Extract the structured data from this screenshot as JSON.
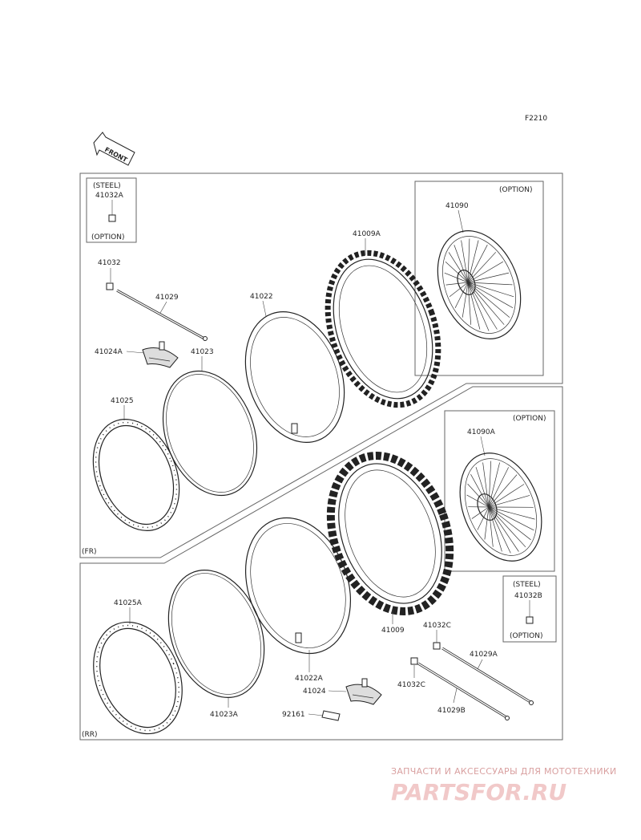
{
  "diagram": {
    "code": "F2210",
    "front_label": "FRONT",
    "sections": {
      "front": "(FR)",
      "rear": "(RR)"
    },
    "option_boxes": {
      "steel_front": {
        "top": "(STEEL)",
        "part": "41032A",
        "bottom": "(OPTION)"
      },
      "steel_rear": {
        "top": "(STEEL)",
        "part": "41032B",
        "bottom": "(OPTION)"
      },
      "wheel_front": {
        "top": "(OPTION)",
        "part": "41090"
      },
      "wheel_rear": {
        "top": "(OPTION)",
        "part": "41090A"
      }
    },
    "parts": {
      "p41032": "41032",
      "p41029": "41029",
      "p41024A": "41024A",
      "p41023": "41023",
      "p41022": "41022",
      "p41009A": "41009A",
      "p41025": "41025",
      "p41025A": "41025A",
      "p41023A": "41023A",
      "p41022A": "41022A",
      "p41024": "41024",
      "p92161": "92161",
      "p41009": "41009",
      "p41032C_1": "41032C",
      "p41032C_2": "41032C",
      "p41029A": "41029A",
      "p41029B": "41029B"
    }
  },
  "watermark": {
    "tagline": "ЗАПЧАСТИ И АКСЕССУАРЫ ДЛЯ МОТОТЕХНИКИ",
    "brand": "PARTSFOR.RU"
  }
}
